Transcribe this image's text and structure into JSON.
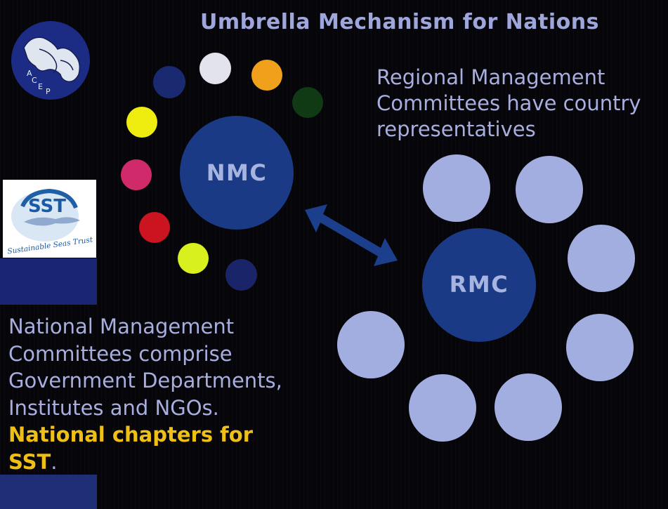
{
  "title": "Umbrella Mechanism for Nations",
  "rmc_text": "Regional Management Committees have country representatives",
  "nmc_text": {
    "plain": "National Management Committees comprise Government Departments, Institutes and NGOs.",
    "highlight": "National chapters for SST",
    "end": "."
  },
  "nmc_label": "NMC",
  "rmc_label": "RMC",
  "acep_logo": {
    "letters": [
      "A",
      "C",
      "E",
      "P"
    ]
  },
  "sst_logo": {
    "abbr": "SST",
    "tagline": "Sustainable Seas Trust"
  },
  "colors": {
    "title": "#9fa6dc",
    "text": "#a8aede",
    "highlight": "#f0bf16",
    "big_circle": "#1b3a86",
    "rmc_member": "#a3aee0",
    "arrow": "#1c3f8c",
    "nmc_members": [
      "#e3e3ee",
      "#f0a01a",
      "#0f3a14",
      "#efec10",
      "#d12a6a",
      "#cc1420",
      "#d7f01e",
      "#1a2a70",
      "#1a2468"
    ]
  }
}
